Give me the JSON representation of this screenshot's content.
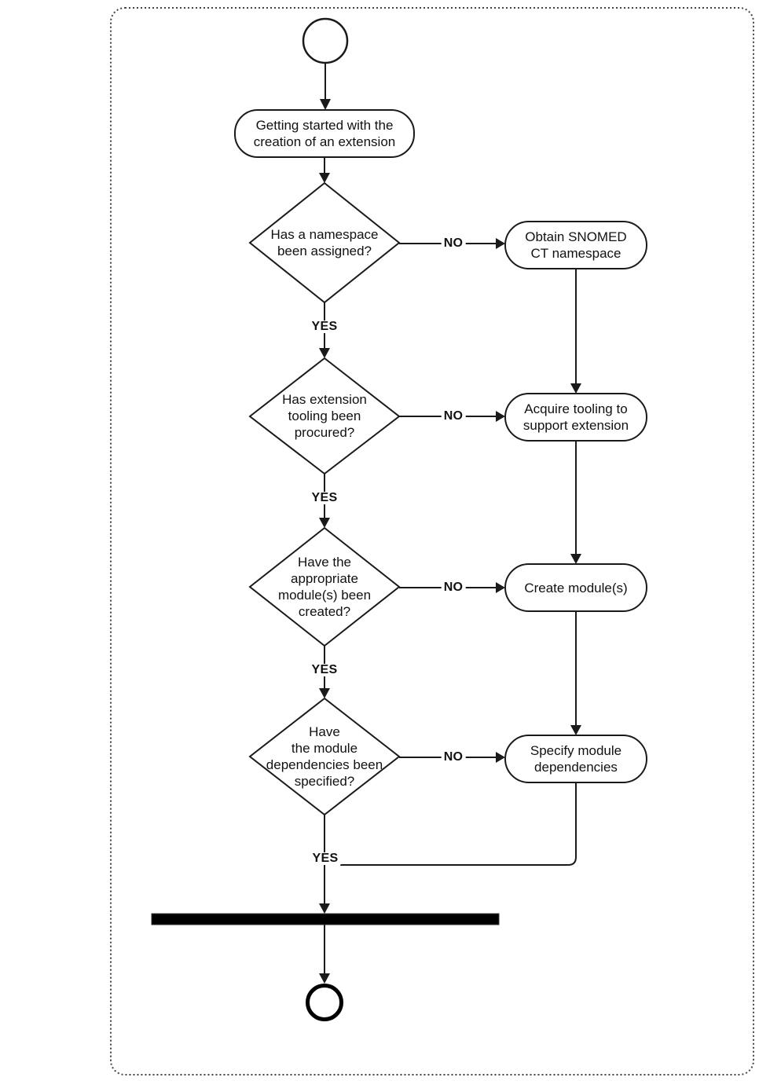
{
  "flowchart": {
    "entry": {
      "label": "Getting started with the\ncreation of an extension"
    },
    "decisions": [
      {
        "question": "Has a namespace\nbeen assigned?",
        "yes_label": "YES",
        "no_label": "NO",
        "no_action": "Obtain SNOMED\nCT namespace"
      },
      {
        "question": "Has extension\ntooling been\nprocured?",
        "yes_label": "YES",
        "no_label": "NO",
        "no_action": "Acquire tooling to\nsupport  extension"
      },
      {
        "question": "Have the\nappropriate\nmodule(s) been\ncreated?",
        "yes_label": "YES",
        "no_label": "NO",
        "no_action": "Create module(s)"
      },
      {
        "question": "Have\nthe module\ndependencies been\nspecified?",
        "yes_label": "YES",
        "no_label": "NO",
        "no_action": "Specify module\ndependencies"
      }
    ],
    "colors": {
      "line": "#1a1a1a",
      "shape_fill": "#ffffff",
      "join_bar": "#000000",
      "border_dots": "#444444",
      "text": "#111111"
    }
  }
}
